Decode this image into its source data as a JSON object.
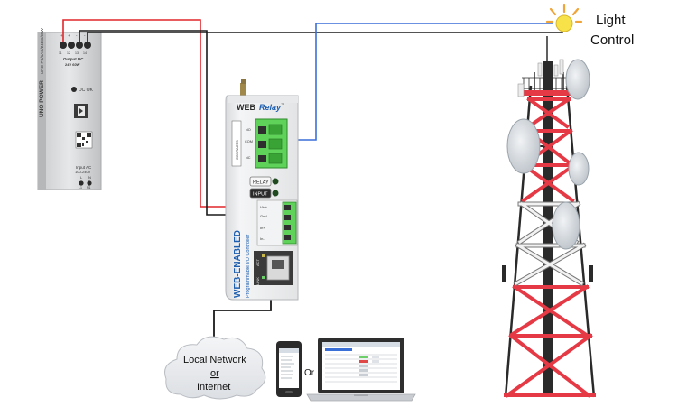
{
  "power_supply": {
    "brand": "UNO POWER",
    "model": "UNO-PS/1AC/24DC/60W",
    "terminal_labels": [
      "+",
      "+",
      "-",
      "-"
    ],
    "terminal_numbers": [
      "11",
      "12",
      "13",
      "14"
    ],
    "output_label": "Output DC",
    "output_rating": "24V 60W",
    "dc_ok_label": "DC OK",
    "input_label": "Input AC",
    "input_rating": "100-240V",
    "input_terminals": [
      "L",
      "N"
    ],
    "input_numbers": [
      "L1",
      "N1"
    ]
  },
  "webrelay": {
    "logo_prefix": "WEB",
    "logo_suffix": "Relay",
    "trademark": "™",
    "contacts_label": "CONTACTS",
    "contact_terminals": [
      "NO",
      "COM",
      "NC"
    ],
    "relay_label": "RELAY",
    "input_label": "INPUT",
    "power_terminals": [
      "Vin+",
      "Gnd",
      "In+",
      "In-"
    ],
    "side_title": "WEB-ENABLED",
    "side_subtitle": "Programmable I/O Controller",
    "port_labels": [
      "ACT",
      "LINK"
    ]
  },
  "light_label_line1": "Light",
  "light_label_line2": "Control",
  "network_label_line1": "Local Network",
  "network_label_line2": "or",
  "network_label_line3": "Internet",
  "or_label": "Or",
  "colors": {
    "red_wire": "#e0262b",
    "black_wire": "#1a1a1a",
    "blue_wire": "#3a6fd8",
    "tower_red": "#e53a45",
    "tower_white": "#f2f2f2",
    "terminal_green": "#5fd25a",
    "light_yellow": "#f7e24a",
    "light_rays": "#f0a53a"
  }
}
